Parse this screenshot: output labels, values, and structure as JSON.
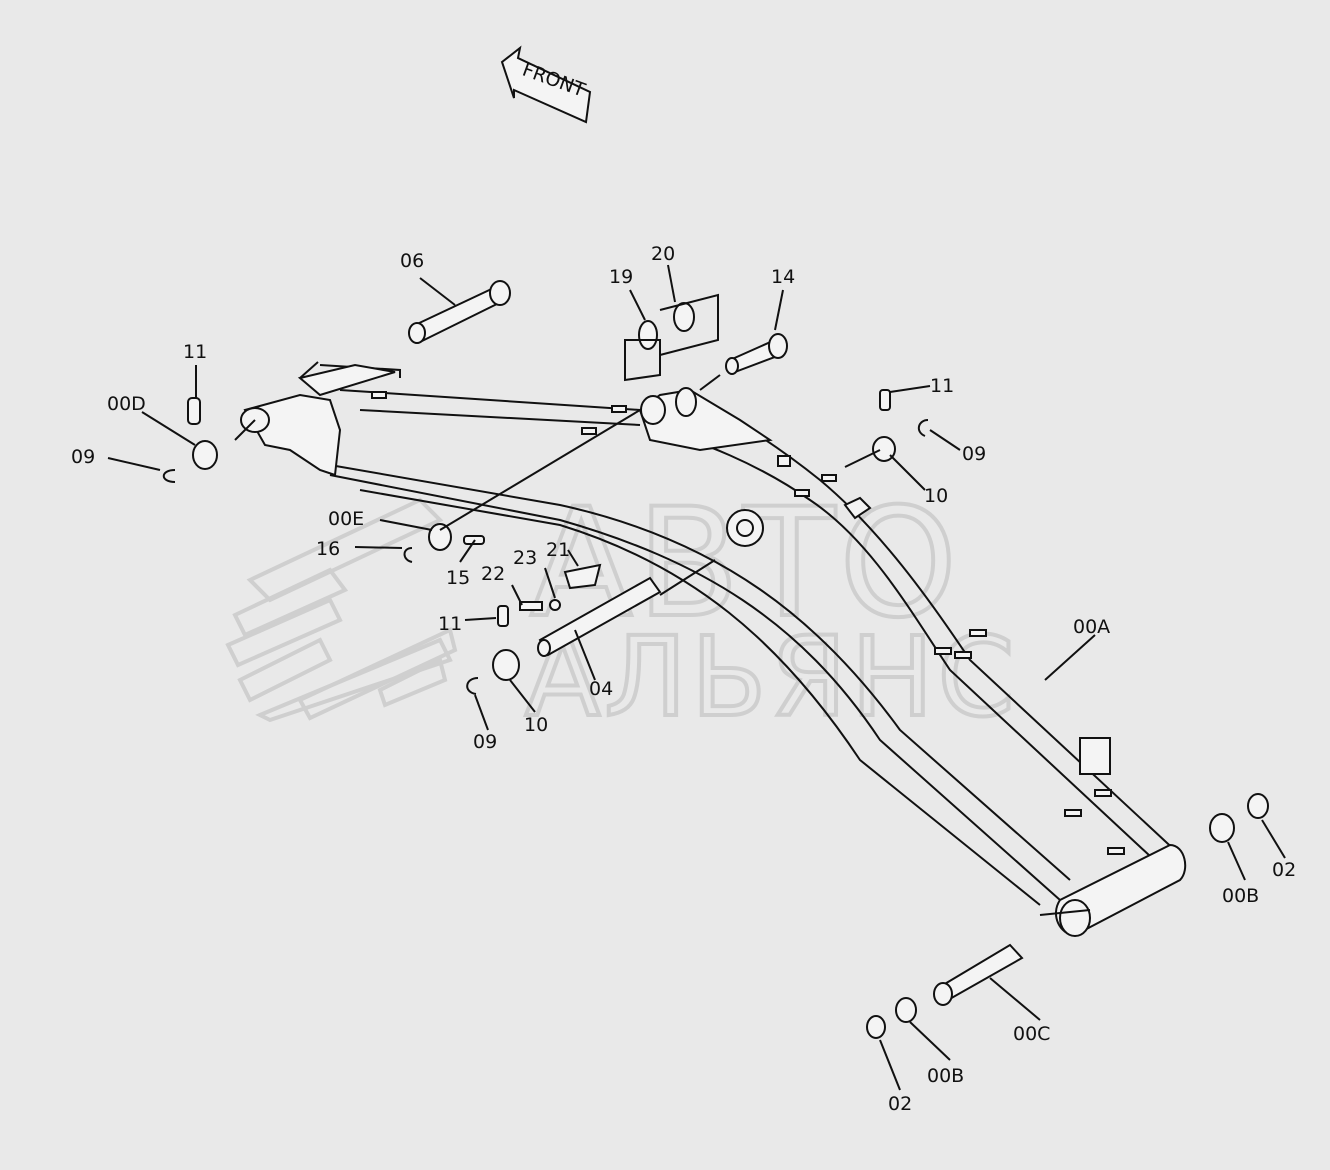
{
  "front_label": "FRONT",
  "watermark": {
    "line1": "АВТО",
    "line2": "АЛЬЯНС"
  },
  "callouts": {
    "c06": "06",
    "c19": "19",
    "c20": "20",
    "c14": "14",
    "c11a": "11",
    "c00D": "00D",
    "c09a": "09",
    "c11b": "11",
    "c09b": "09",
    "c10a": "10",
    "c00E": "00E",
    "c16": "16",
    "c15": "15",
    "c23": "23",
    "c21": "21",
    "c22": "22",
    "c11c": "11",
    "c04": "04",
    "c10b": "10",
    "c09c": "09",
    "c00A": "00A",
    "c02a": "02",
    "c00Ba": "00B",
    "c00C": "00C",
    "c00Bb": "00B",
    "c02b": "02"
  }
}
